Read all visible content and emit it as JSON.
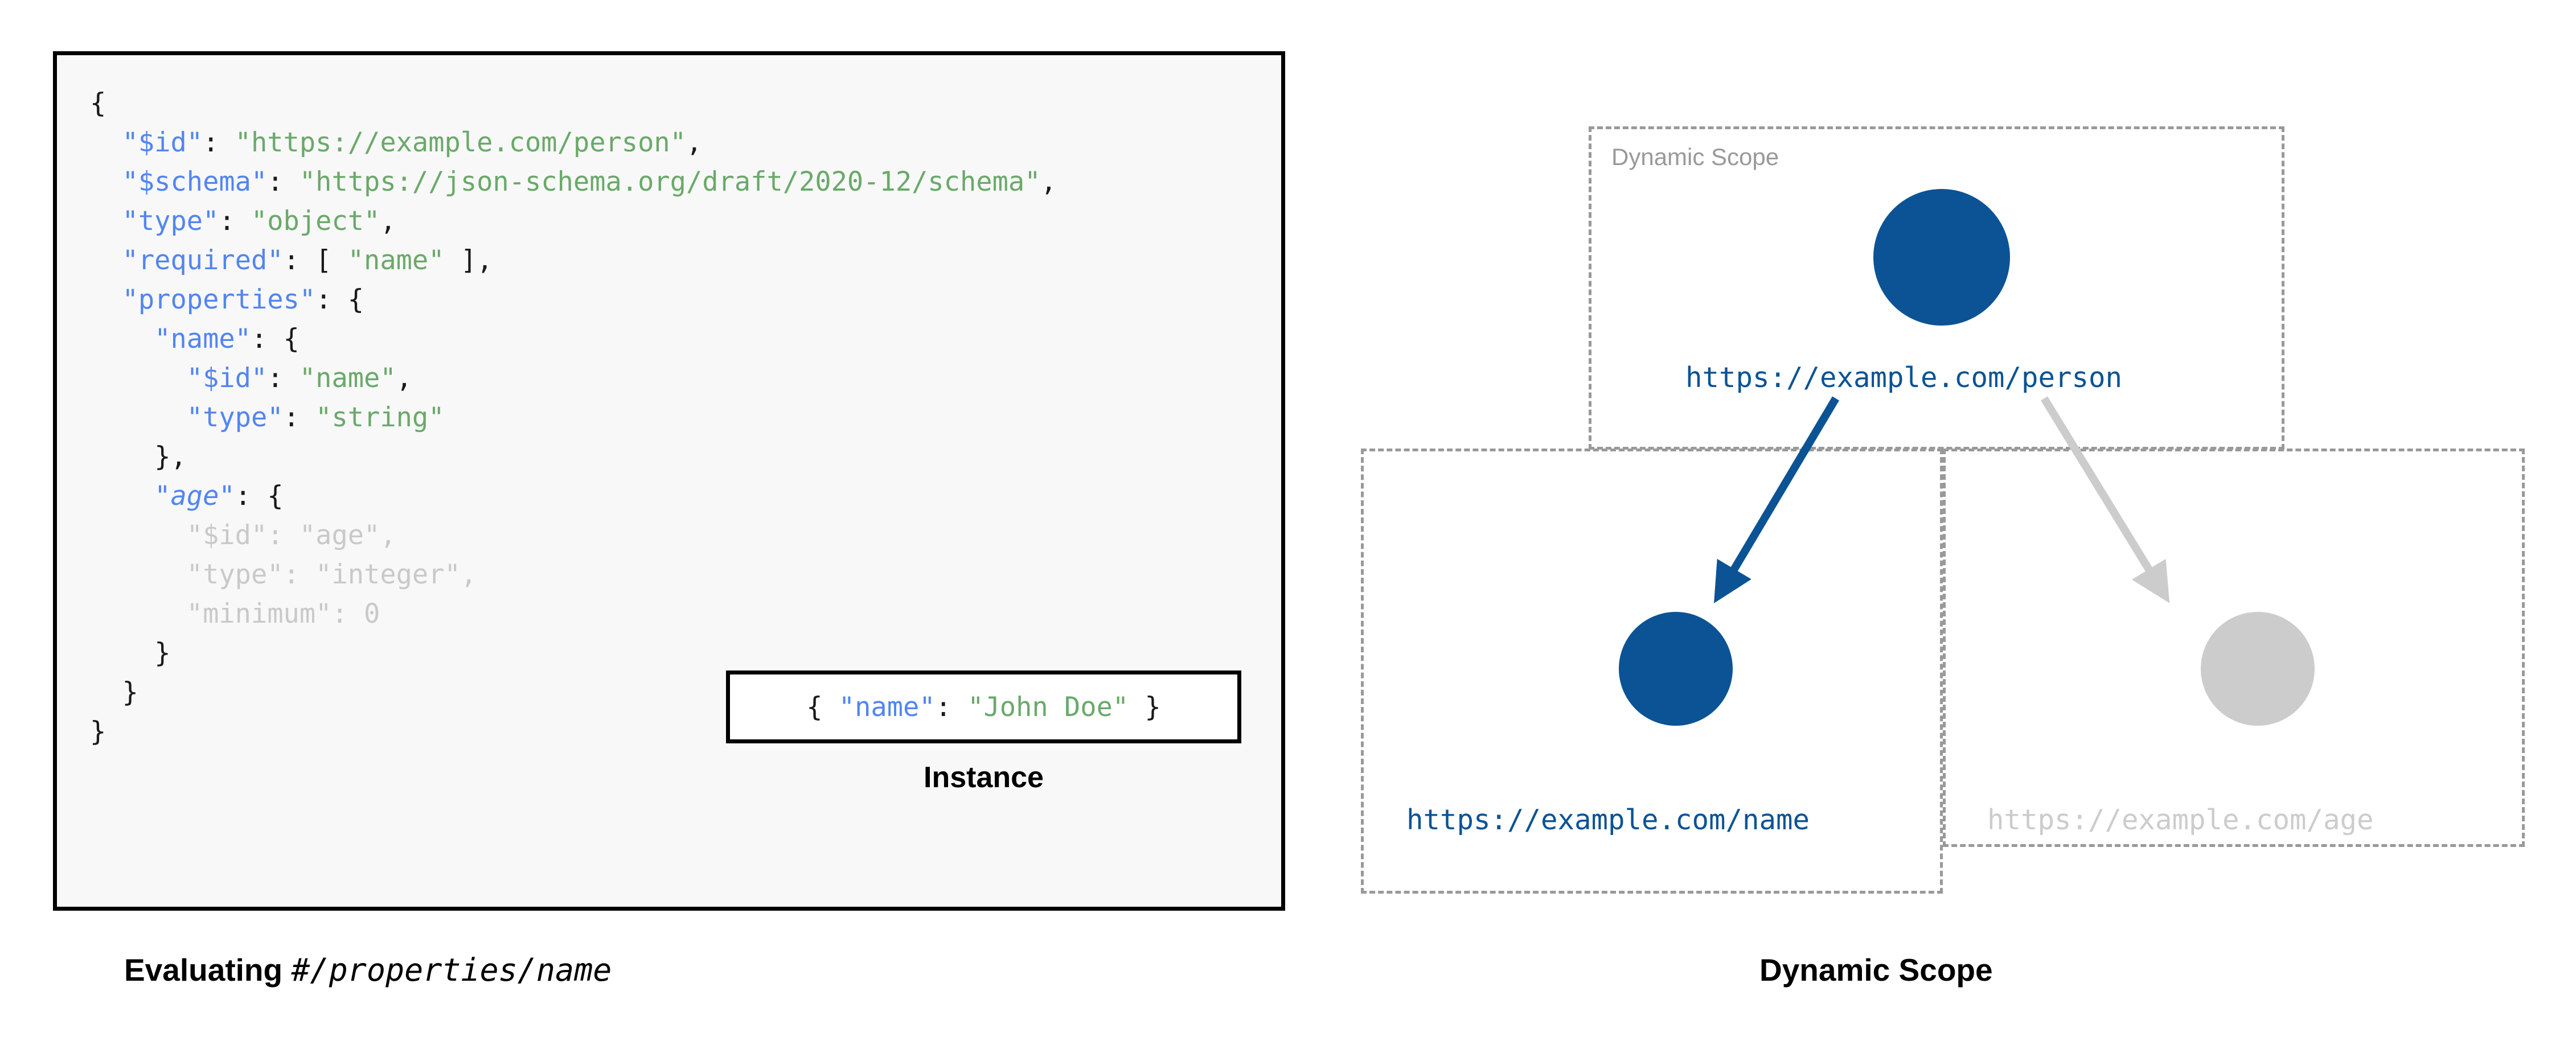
{
  "colors": {
    "key_blue": "#5285F0",
    "string_green": "#6AA96A",
    "node_blue": "#0B5394",
    "dim_grey": "#CCCCCC",
    "scope_border_grey": "#999999",
    "box_border_black": "#000000",
    "code_bg": "#F8F8F8",
    "page_bg": "#FFFFFF"
  },
  "left_panel": {
    "schema_code": {
      "lines": [
        {
          "indent": 0,
          "dim": false,
          "tokens": [
            {
              "t": "punct",
              "v": "{"
            }
          ]
        },
        {
          "indent": 1,
          "dim": false,
          "tokens": [
            {
              "t": "key",
              "v": "\"$id\""
            },
            {
              "t": "punct",
              "v": ": "
            },
            {
              "t": "str",
              "v": "\"https://example.com/person\""
            },
            {
              "t": "punct",
              "v": ","
            }
          ]
        },
        {
          "indent": 1,
          "dim": false,
          "tokens": [
            {
              "t": "key",
              "v": "\"$schema\""
            },
            {
              "t": "punct",
              "v": ": "
            },
            {
              "t": "str",
              "v": "\"https://json-schema.org/draft/2020-12/schema\""
            },
            {
              "t": "punct",
              "v": ","
            }
          ]
        },
        {
          "indent": 1,
          "dim": false,
          "tokens": [
            {
              "t": "key",
              "v": "\"type\""
            },
            {
              "t": "punct",
              "v": ": "
            },
            {
              "t": "str",
              "v": "\"object\""
            },
            {
              "t": "punct",
              "v": ","
            }
          ]
        },
        {
          "indent": 1,
          "dim": false,
          "tokens": [
            {
              "t": "key",
              "v": "\"required\""
            },
            {
              "t": "punct",
              "v": ": [ "
            },
            {
              "t": "str",
              "v": "\"name\""
            },
            {
              "t": "punct",
              "v": " ],"
            }
          ]
        },
        {
          "indent": 1,
          "dim": false,
          "tokens": [
            {
              "t": "key",
              "v": "\"properties\""
            },
            {
              "t": "punct",
              "v": ": {"
            }
          ]
        },
        {
          "indent": 2,
          "dim": false,
          "tokens": [
            {
              "t": "key",
              "v": "\"name\""
            },
            {
              "t": "punct",
              "v": ": {"
            }
          ]
        },
        {
          "indent": 3,
          "dim": false,
          "tokens": [
            {
              "t": "key",
              "v": "\"$id\""
            },
            {
              "t": "punct",
              "v": ": "
            },
            {
              "t": "str",
              "v": "\"name\""
            },
            {
              "t": "punct",
              "v": ","
            }
          ]
        },
        {
          "indent": 3,
          "dim": false,
          "tokens": [
            {
              "t": "key",
              "v": "\"type\""
            },
            {
              "t": "punct",
              "v": ": "
            },
            {
              "t": "str",
              "v": "\"string\""
            }
          ]
        },
        {
          "indent": 2,
          "dim": false,
          "tokens": [
            {
              "t": "punct",
              "v": "},"
            }
          ]
        },
        {
          "indent": 2,
          "dim": false,
          "tokens": [
            {
              "t": "key-em",
              "v": "\"age\""
            },
            {
              "t": "punct",
              "v": ": {"
            }
          ]
        },
        {
          "indent": 3,
          "dim": true,
          "tokens": [
            {
              "t": "key",
              "v": "\"$id\""
            },
            {
              "t": "punct",
              "v": ": "
            },
            {
              "t": "str",
              "v": "\"age\""
            },
            {
              "t": "punct",
              "v": ","
            }
          ]
        },
        {
          "indent": 3,
          "dim": true,
          "tokens": [
            {
              "t": "key",
              "v": "\"type\""
            },
            {
              "t": "punct",
              "v": ": "
            },
            {
              "t": "str",
              "v": "\"integer\""
            },
            {
              "t": "punct",
              "v": ","
            }
          ]
        },
        {
          "indent": 3,
          "dim": true,
          "tokens": [
            {
              "t": "key",
              "v": "\"minimum\""
            },
            {
              "t": "punct",
              "v": ": "
            },
            {
              "t": "num",
              "v": "0"
            }
          ]
        },
        {
          "indent": 2,
          "dim": false,
          "tokens": [
            {
              "t": "punct",
              "v": "}"
            }
          ]
        },
        {
          "indent": 1,
          "dim": false,
          "tokens": [
            {
              "t": "punct",
              "v": "}"
            }
          ]
        },
        {
          "indent": 0,
          "dim": false,
          "tokens": [
            {
              "t": "punct",
              "v": "}"
            }
          ]
        }
      ]
    },
    "instance": {
      "code_tokens": [
        {
          "t": "punct",
          "v": "{ "
        },
        {
          "t": "key",
          "v": "\"name\""
        },
        {
          "t": "punct",
          "v": ": "
        },
        {
          "t": "str",
          "v": "\"John Doe\""
        },
        {
          "t": "punct",
          "v": " }"
        }
      ],
      "caption": "Instance"
    },
    "caption": {
      "bold_part": "Evaluating ",
      "mono_part": "#/properties/name"
    }
  },
  "right_panel": {
    "caption": "Dynamic Scope",
    "scope_top_label": "Dynamic Scope",
    "nodes": [
      {
        "id": "person",
        "label": "https://example.com/person",
        "state": "active",
        "color": "#0B5394"
      },
      {
        "id": "name",
        "label": "https://example.com/name",
        "state": "active",
        "color": "#0B5394"
      },
      {
        "id": "age",
        "label": "https://example.com/age",
        "state": "dimmed",
        "color": "#CCCCCC"
      }
    ],
    "edges": [
      {
        "from": "person",
        "to": "name",
        "state": "active",
        "color": "#0B5394"
      },
      {
        "from": "person",
        "to": "age",
        "state": "dimmed",
        "color": "#CCCCCC"
      }
    ]
  }
}
